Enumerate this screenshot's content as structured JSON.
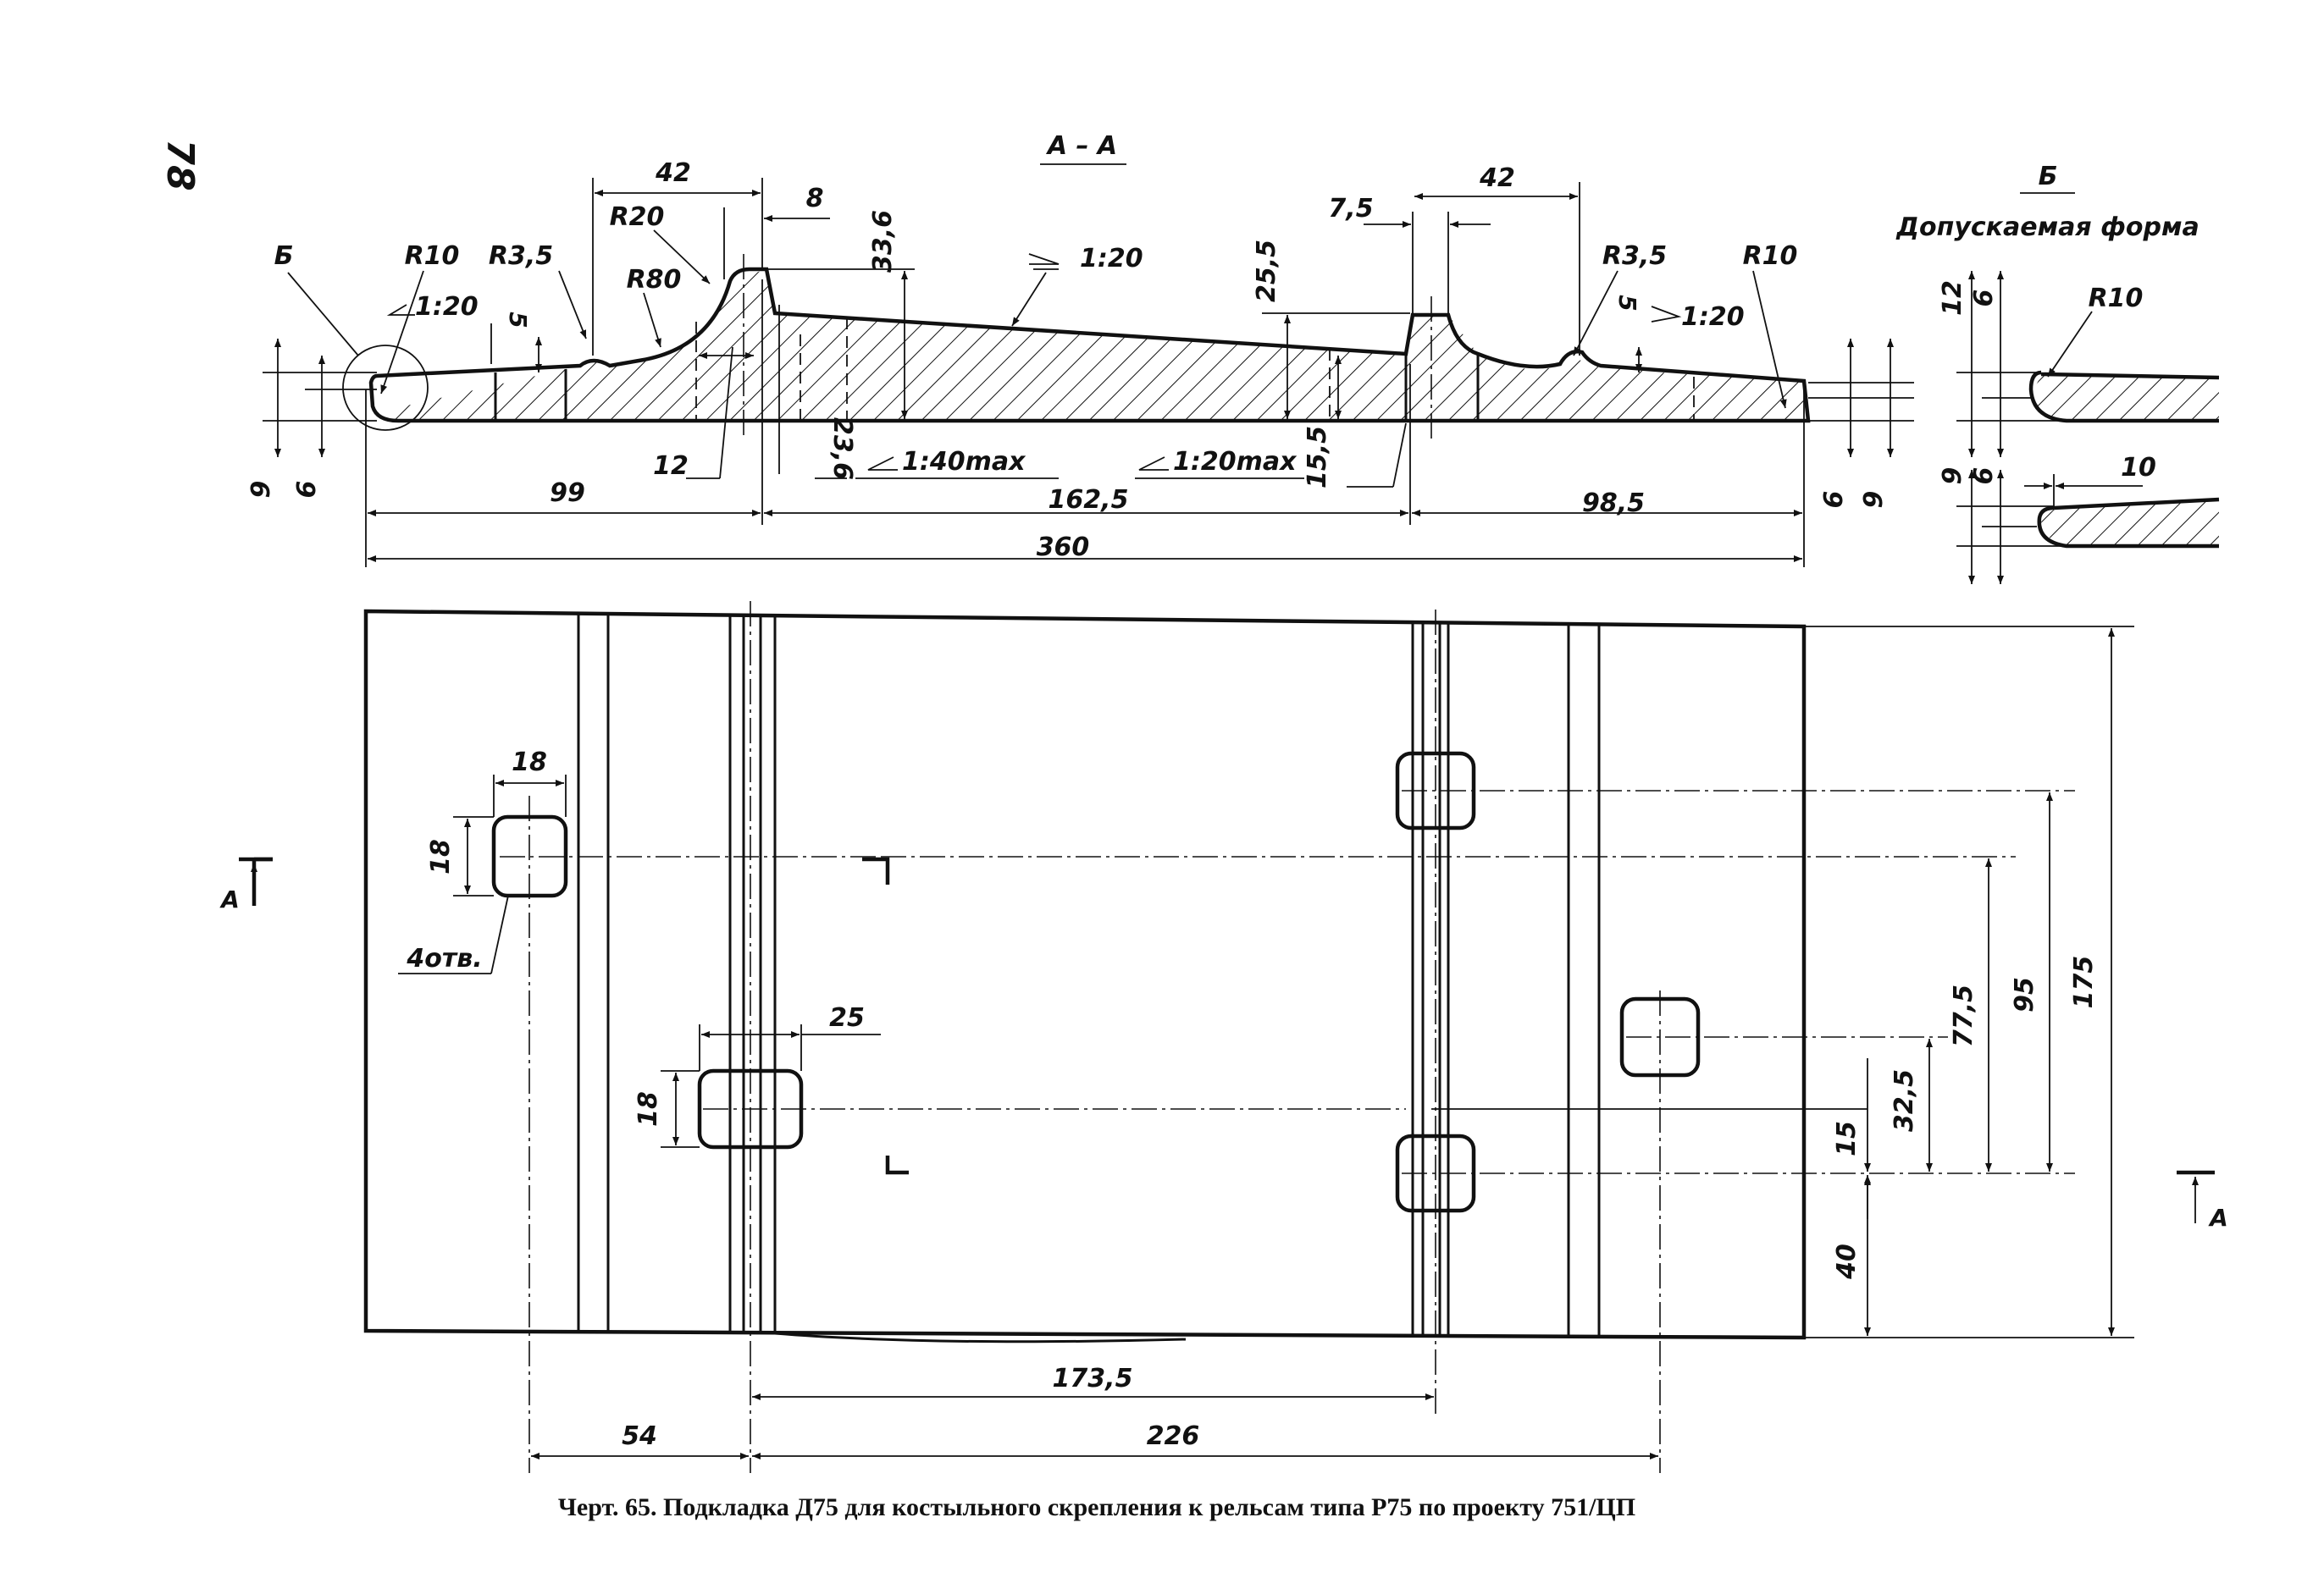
{
  "page_number": "78",
  "section_label": "А – А",
  "detail": {
    "label": "Б",
    "title": "Допускаемая форма",
    "dims": [
      "12",
      "6",
      "R10",
      "9",
      "6",
      "10"
    ]
  },
  "profile_dims": {
    "b_mark": "Б",
    "r10_left": "R10",
    "r35_left": "R3,5",
    "r20": "R20",
    "r80": "R80",
    "w42_left": "42",
    "w8": "8",
    "h336": "33,6",
    "slope_top": "1:20",
    "slope_left": "1:20",
    "h5_left": "5",
    "w12": "12",
    "h236": "23,6",
    "slope_140": "1:40max",
    "slope_120max": "1:20max",
    "h155": "15,5",
    "h255": "25,5",
    "w75": "7,5",
    "w42_right": "42",
    "r35_right": "R3,5",
    "r10_right": "R10",
    "h5_right": "5",
    "slope_right": "1:20",
    "h9_left": "9",
    "h6_left": "6",
    "h6_right": "6",
    "h9_right": "9",
    "len99": "99",
    "len1625": "162,5",
    "len985": "98,5",
    "len360": "360"
  },
  "plan_dims": {
    "hole18_w": "18",
    "hole18_h": "18",
    "holes_note": "4отв.",
    "w25": "25",
    "h18_mid": "18",
    "d15": "15",
    "d325": "32,5",
    "d775": "77,5",
    "d95": "95",
    "d175": "175",
    "d40": "40",
    "d1735": "173,5",
    "d54": "54",
    "d226": "226",
    "cut_a_left": "А",
    "cut_a_right": "А"
  },
  "caption": "Черт. 65. Подкладка Д75 для костыльного скрепления к рельсам типа Р75 по проекту 751/ЦП"
}
